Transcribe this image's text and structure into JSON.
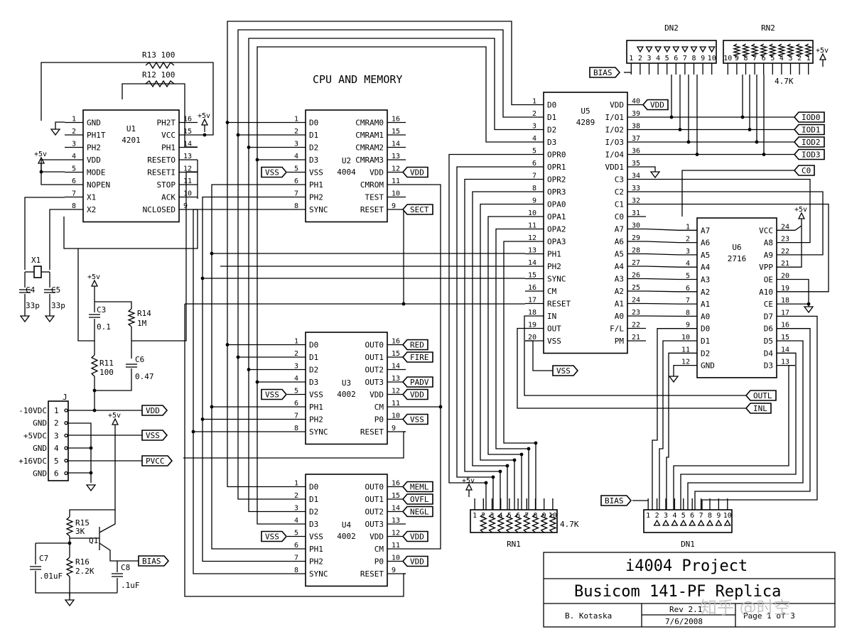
{
  "title": "CPU AND MEMORY",
  "title_block": {
    "project": "i4004 Project",
    "name": "Busicom 141-PF Replica",
    "author": "B. Kotaska",
    "rev": "Rev 2.1",
    "date": "7/6/2008",
    "page": "Page 1 of 3",
    "watermark": "知乎 @时空"
  },
  "chips": {
    "U1": {
      "ref": "U1",
      "part": "4201",
      "left": [
        [
          "1",
          "GND"
        ],
        [
          "2",
          "PH1T"
        ],
        [
          "3",
          "PH2"
        ],
        [
          "4",
          "VDD"
        ],
        [
          "5",
          "MODE"
        ],
        [
          "6",
          "NOPEN"
        ],
        [
          "7",
          "X1"
        ],
        [
          "8",
          "X2"
        ]
      ],
      "right": [
        [
          "16",
          "PH2T"
        ],
        [
          "15",
          "VCC"
        ],
        [
          "14",
          "PH1"
        ],
        [
          "13",
          "RESETO"
        ],
        [
          "12",
          "RESETI"
        ],
        [
          "11",
          "STOP"
        ],
        [
          "10",
          "ACK"
        ],
        [
          "9",
          "NCLOSED"
        ]
      ]
    },
    "U2": {
      "ref": "U2",
      "part": "4004",
      "left": [
        [
          "1",
          "D0"
        ],
        [
          "2",
          "D1"
        ],
        [
          "3",
          "D2"
        ],
        [
          "4",
          "D3"
        ],
        [
          "5",
          "VSS"
        ],
        [
          "6",
          "PH1"
        ],
        [
          "7",
          "PH2"
        ],
        [
          "8",
          "SYNC"
        ]
      ],
      "right": [
        [
          "16",
          "CMRAM0"
        ],
        [
          "15",
          "CMRAM1"
        ],
        [
          "14",
          "CMRAM2"
        ],
        [
          "13",
          "CMRAM3"
        ],
        [
          "12",
          "VDD"
        ],
        [
          "11",
          "CMROM"
        ],
        [
          "10",
          "TEST"
        ],
        [
          "9",
          "RESET"
        ]
      ]
    },
    "U3": {
      "ref": "U3",
      "part": "4002",
      "left": [
        [
          "1",
          "D0"
        ],
        [
          "2",
          "D1"
        ],
        [
          "3",
          "D2"
        ],
        [
          "4",
          "D3"
        ],
        [
          "5",
          "VSS"
        ],
        [
          "6",
          "PH1"
        ],
        [
          "7",
          "PH2"
        ],
        [
          "8",
          "SYNC"
        ]
      ],
      "right": [
        [
          "16",
          "OUT0"
        ],
        [
          "15",
          "OUT1"
        ],
        [
          "14",
          "OUT2"
        ],
        [
          "13",
          "OUT3"
        ],
        [
          "12",
          "VDD"
        ],
        [
          "11",
          "CM"
        ],
        [
          "10",
          "P0"
        ],
        [
          "9",
          "RESET"
        ]
      ]
    },
    "U4": {
      "ref": "U4",
      "part": "4002",
      "left": [
        [
          "1",
          "D0"
        ],
        [
          "2",
          "D1"
        ],
        [
          "3",
          "D2"
        ],
        [
          "4",
          "D3"
        ],
        [
          "5",
          "VSS"
        ],
        [
          "6",
          "PH1"
        ],
        [
          "7",
          "PH2"
        ],
        [
          "8",
          "SYNC"
        ]
      ],
      "right": [
        [
          "16",
          "OUT0"
        ],
        [
          "15",
          "OUT1"
        ],
        [
          "14",
          "OUT2"
        ],
        [
          "13",
          "OUT3"
        ],
        [
          "12",
          "VDD"
        ],
        [
          "11",
          "CM"
        ],
        [
          "10",
          "P0"
        ],
        [
          "9",
          "RESET"
        ]
      ]
    },
    "U5": {
      "ref": "U5",
      "part": "4289",
      "left": [
        [
          "1",
          "D0"
        ],
        [
          "2",
          "D1"
        ],
        [
          "3",
          "D2"
        ],
        [
          "4",
          "D3"
        ],
        [
          "5",
          "OPR0"
        ],
        [
          "6",
          "OPR1"
        ],
        [
          "7",
          "OPR2"
        ],
        [
          "8",
          "OPR3"
        ],
        [
          "9",
          "OPA0"
        ],
        [
          "10",
          "OPA1"
        ],
        [
          "11",
          "OPA2"
        ],
        [
          "12",
          "OPA3"
        ],
        [
          "13",
          "PH1"
        ],
        [
          "14",
          "PH2"
        ],
        [
          "15",
          "SYNC"
        ],
        [
          "16",
          "CM"
        ],
        [
          "17",
          "RESET"
        ],
        [
          "18",
          "IN"
        ],
        [
          "19",
          "OUT"
        ],
        [
          "20",
          "VSS"
        ]
      ],
      "right": [
        [
          "40",
          "VDD"
        ],
        [
          "39",
          "I/O1"
        ],
        [
          "38",
          "I/O2"
        ],
        [
          "37",
          "I/O3"
        ],
        [
          "36",
          "I/O4"
        ],
        [
          "35",
          "VDD1"
        ],
        [
          "34",
          "C3"
        ],
        [
          "33",
          "C2"
        ],
        [
          "32",
          "C1"
        ],
        [
          "31",
          "C0"
        ],
        [
          "30",
          "A7"
        ],
        [
          "29",
          "A6"
        ],
        [
          "28",
          "A5"
        ],
        [
          "27",
          "A4"
        ],
        [
          "26",
          "A3"
        ],
        [
          "25",
          "A2"
        ],
        [
          "24",
          "A1"
        ],
        [
          "23",
          "A0"
        ],
        [
          "22",
          "F/L"
        ],
        [
          "21",
          "PM"
        ]
      ]
    },
    "U6": {
      "ref": "U6",
      "part": "2716",
      "left": [
        [
          "1",
          "A7"
        ],
        [
          "2",
          "A6"
        ],
        [
          "3",
          "A5"
        ],
        [
          "4",
          "A4"
        ],
        [
          "5",
          "A3"
        ],
        [
          "6",
          "A2"
        ],
        [
          "7",
          "A1"
        ],
        [
          "8",
          "A0"
        ],
        [
          "9",
          "D0"
        ],
        [
          "10",
          "D1"
        ],
        [
          "11",
          "D2"
        ],
        [
          "12",
          "GND"
        ]
      ],
      "right": [
        [
          "24",
          "VCC"
        ],
        [
          "23",
          "A8"
        ],
        [
          "22",
          "A9"
        ],
        [
          "21",
          "VPP"
        ],
        [
          "20",
          "OE"
        ],
        [
          "19",
          "A10"
        ],
        [
          "18",
          "CE"
        ],
        [
          "17",
          "D7"
        ],
        [
          "16",
          "D6"
        ],
        [
          "15",
          "D5"
        ],
        [
          "14",
          "D4"
        ],
        [
          "13",
          "D3"
        ]
      ]
    }
  },
  "flags": {
    "vss_u2": "VSS",
    "vdd_u2": "VDD",
    "sect": "SECT",
    "red": "RED",
    "fire": "FIRE",
    "padv": "PADV",
    "vdd_u3": "VDD",
    "vss_u3": "VSS",
    "vss_u3l": "VSS",
    "meml": "MEML",
    "ovfl": "OVFL",
    "negl": "NEGL",
    "vdd_u4a": "VDD",
    "vdd_u4b": "VDD",
    "vss_u4l": "VSS",
    "vdd_u5": "VDD",
    "iod0": "IOD0",
    "iod1": "IOD1",
    "iod2": "IOD2",
    "iod3": "IOD3",
    "c0": "C0",
    "vss_u5": "VSS",
    "outl": "OUTL",
    "inl": "INL",
    "bias_dn2": "BIAS",
    "bias_dn1": "BIAS",
    "bias_q1": "BIAS",
    "vdd_j1": "VDD",
    "vss_j3": "VSS",
    "pvcc_j5": "PVCC"
  },
  "power": {
    "p5v": "+5v"
  },
  "components": {
    "r13": "R13 100",
    "r12": "R12 100",
    "x1": "X1",
    "c4": "C4",
    "c4v": "33p",
    "c5": "C5",
    "c5v": "33p",
    "c3": "C3",
    "c3v": "0.1",
    "r14": "R14",
    "r14v": "1M",
    "r11": "R11",
    "r11v": "100",
    "c6": "C6",
    "c6v": "0.47",
    "r15": "R15",
    "r15v": "3K",
    "r16": "R16",
    "r16v": "2.2K",
    "q1": "Q1",
    "c7": "C7",
    "c7v": ".01uF",
    "c8": "C8",
    "c8v": ".1uF",
    "dn2": "DN2",
    "rn2": "RN2",
    "rn2v": "4.7K",
    "rn1": "RN1",
    "rn1v": "4.7K",
    "dn1": "DN1"
  },
  "connector": {
    "ref": "J",
    "pins": [
      [
        "-10VDC",
        "1"
      ],
      [
        "GND",
        "2"
      ],
      [
        "+5VDC",
        "3"
      ],
      [
        "GND",
        "4"
      ],
      [
        "+16VDC",
        "5"
      ],
      [
        "GND",
        "6"
      ]
    ]
  },
  "pack_pins": [
    "1",
    "2",
    "3",
    "4",
    "5",
    "6",
    "7",
    "8",
    "9",
    "10"
  ],
  "rn2_pins": [
    "10",
    "9",
    "8",
    "7",
    "6",
    "5",
    "4",
    "3",
    "2",
    "1"
  ]
}
